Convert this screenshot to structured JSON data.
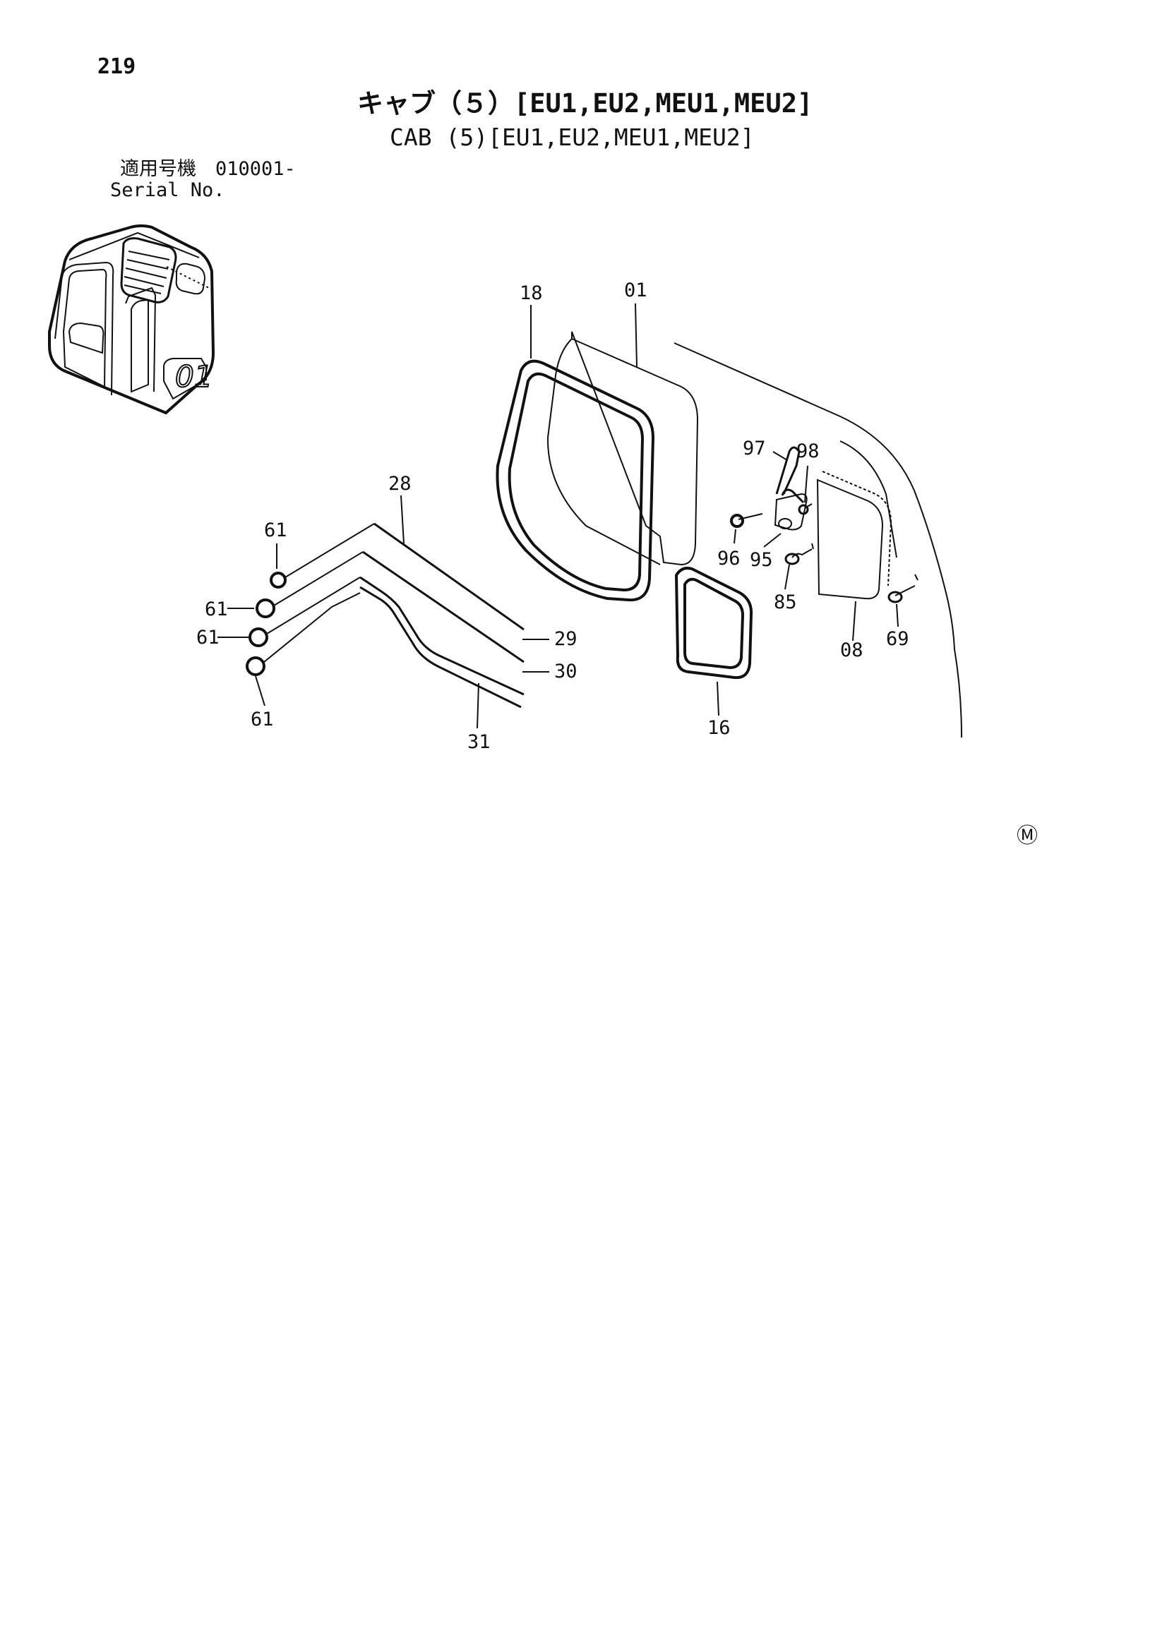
{
  "header": {
    "page_number": "219",
    "title_jp": "キャブ（５）[EU1,EU2,MEU1,MEU2]",
    "title_en": "CAB (5)[EU1,EU2,MEU1,MEU2]",
    "serial_label_jp": "適用号機",
    "serial_value": "010001-",
    "serial_label_en": "Serial No."
  },
  "diagram": {
    "callouts": {
      "c18": "18",
      "c01": "01",
      "c28": "28",
      "c97": "97",
      "c98": "98",
      "c61a": "61",
      "c61b": "61",
      "c61c": "61",
      "c61d": "61",
      "c96": "96",
      "c95": "95",
      "c85": "85",
      "c08": "08",
      "c69": "69",
      "c29": "29",
      "c30": "30",
      "c31": "31",
      "c16": "16"
    },
    "inset_mark": "01"
  },
  "footer": {
    "mark": "Ⓜ"
  }
}
